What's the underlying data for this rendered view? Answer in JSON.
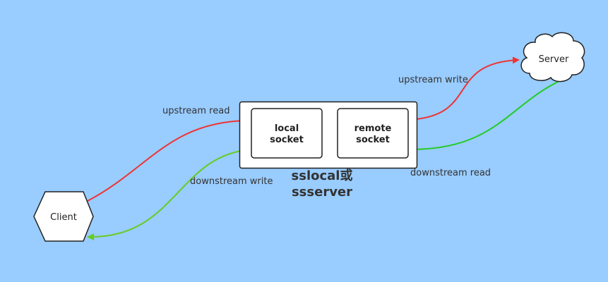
{
  "nodes": {
    "client": {
      "label": "Client"
    },
    "server": {
      "label": "Server"
    },
    "proxy": {
      "caption_line1": "sslocal或",
      "caption_line2": "ssserver",
      "local_socket": {
        "line1": "local",
        "line2": "socket"
      },
      "remote_socket": {
        "line1": "remote",
        "line2": "socket"
      }
    }
  },
  "edges": {
    "upstream_read": "upstream read",
    "upstream_write": "upstream write",
    "downstream_read": "downstream read",
    "downstream_write": "downstream write"
  },
  "colors": {
    "background": "#99ccff",
    "upstream": "#ee3333",
    "downstream_read": "#22cc22",
    "downstream_write": "#66cc22"
  }
}
